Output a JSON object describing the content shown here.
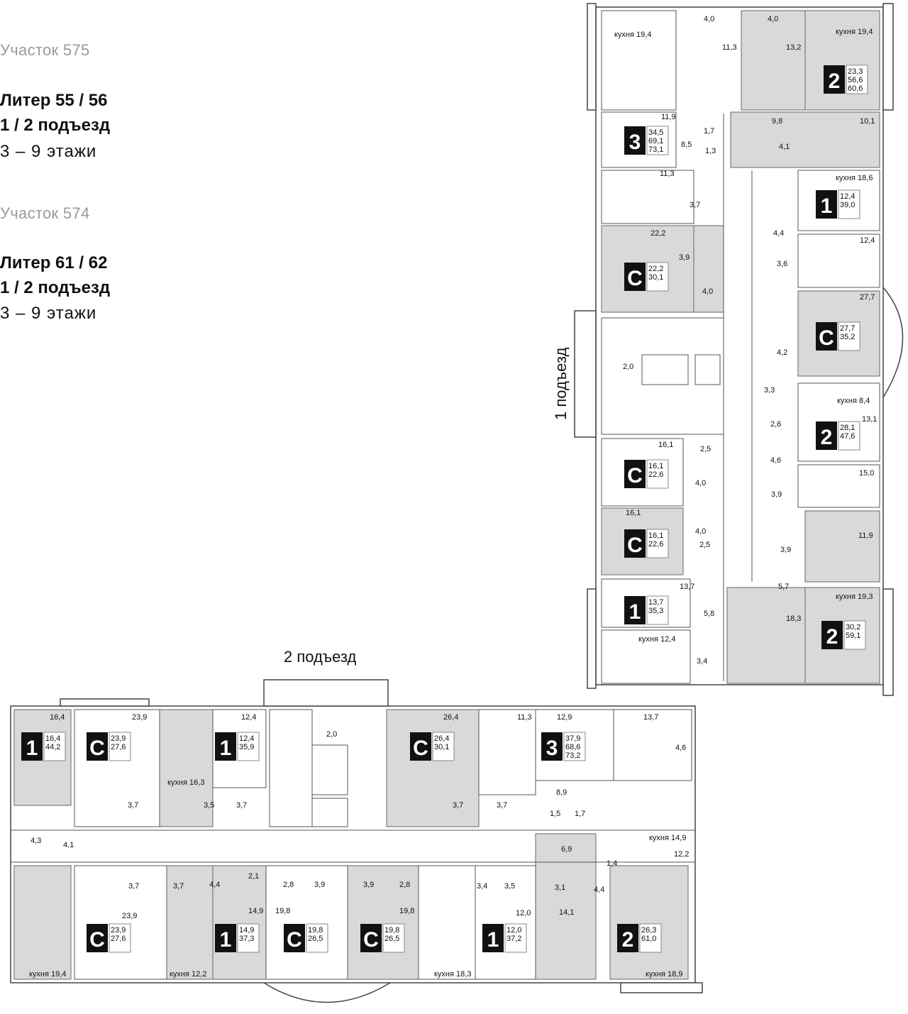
{
  "legend": {
    "plot_575": "Участок 575",
    "liter_575": "Литер 55 / 56",
    "entrance_575": "1 / 2 подъезд",
    "floors_575": "3 – 9  этажи",
    "plot_574": "Участок 574",
    "liter_574": "Литер 61 / 62",
    "entrance_574": "1 / 2 подъезд",
    "floors_574": "3 – 9  этажи"
  },
  "entrances": {
    "first": "1 подъезд",
    "second": "2 подъезд"
  },
  "apartments": [
    {
      "type": "2",
      "areas": [
        "23,3",
        "56,6",
        "60,6"
      ]
    },
    {
      "type": "3",
      "areas": [
        "34,5",
        "69,1",
        "73,1"
      ]
    },
    {
      "type": "1",
      "areas": [
        "12,4",
        "39,0"
      ]
    },
    {
      "type": "С",
      "areas": [
        "22,2",
        "30,1"
      ]
    },
    {
      "type": "С",
      "areas": [
        "27,7",
        "35,2"
      ]
    },
    {
      "type": "2",
      "areas": [
        "28,1",
        "47,6"
      ]
    },
    {
      "type": "С",
      "areas": [
        "16,1",
        "22,6"
      ]
    },
    {
      "type": "С",
      "areas": [
        "16,1",
        "22,6"
      ]
    },
    {
      "type": "1",
      "areas": [
        "13,7",
        "35,3"
      ]
    },
    {
      "type": "2",
      "areas": [
        "30,2",
        "59,1"
      ]
    },
    {
      "type": "1",
      "areas": [
        "16,4",
        "44,2"
      ]
    },
    {
      "type": "С",
      "areas": [
        "23,9",
        "27,6"
      ]
    },
    {
      "type": "1",
      "areas": [
        "12,4",
        "35,9"
      ]
    },
    {
      "type": "С",
      "areas": [
        "26,4",
        "30,1"
      ]
    },
    {
      "type": "3",
      "areas": [
        "37,9",
        "68,6",
        "73,2"
      ]
    },
    {
      "type": "С",
      "areas": [
        "23,9",
        "27,6"
      ]
    },
    {
      "type": "1",
      "areas": [
        "14,9",
        "37,3"
      ]
    },
    {
      "type": "С",
      "areas": [
        "19,8",
        "26,5"
      ]
    },
    {
      "type": "С",
      "areas": [
        "19,8",
        "26,5"
      ]
    },
    {
      "type": "1",
      "areas": [
        "12,0",
        "37,2"
      ]
    },
    {
      "type": "2",
      "areas": [
        "26,3",
        "61,0"
      ]
    }
  ],
  "room_labels": [
    "4,0",
    "4,0",
    "кухня 19,4",
    "кухня 19,4",
    "11,3",
    "13,2",
    "11,9",
    "1,7",
    "9,8",
    "10,1",
    "8,5",
    "4,1",
    "1,3",
    "11,3",
    "кухня 18,6",
    "3,7",
    "22,2",
    "4,4",
    "12,4",
    "3,9",
    "3,6",
    "4,0",
    "27,7",
    "2,0",
    "4,2",
    "3,3",
    "кухня 8,4",
    "2,6",
    "13,1",
    "16,1",
    "2,5",
    "4,6",
    "15,0",
    "4,0",
    "3,9",
    "16,1",
    "4,0",
    "11,9",
    "3,9",
    "2,5",
    "5,7",
    "13,7",
    "кухня 19,3",
    "5,8",
    "18,3",
    "кухня 12,4",
    "3,4",
    "16,4",
    "23,9",
    "12,4",
    "2,0",
    "26,4",
    "11,3",
    "12,9",
    "13,7",
    "4,6",
    "кухня 16,3",
    "3,7",
    "3,5",
    "3,7",
    "3,7",
    "3,7",
    "8,9",
    "1,5",
    "1,7",
    "4,3",
    "4,1",
    "кухня 14,9",
    "6,9",
    "1,4",
    "12,2",
    "3,7",
    "3,7",
    "4,4",
    "2,1",
    "2,8",
    "3,9",
    "3,9",
    "2,8",
    "3,4",
    "3,5",
    "3,1",
    "4,4",
    "23,9",
    "14,9",
    "19,8",
    "19,8",
    "12,0",
    "14,1",
    "кухня 19,4",
    "кухня 12,2",
    "кухня 18,3",
    "кухня 18,9"
  ]
}
